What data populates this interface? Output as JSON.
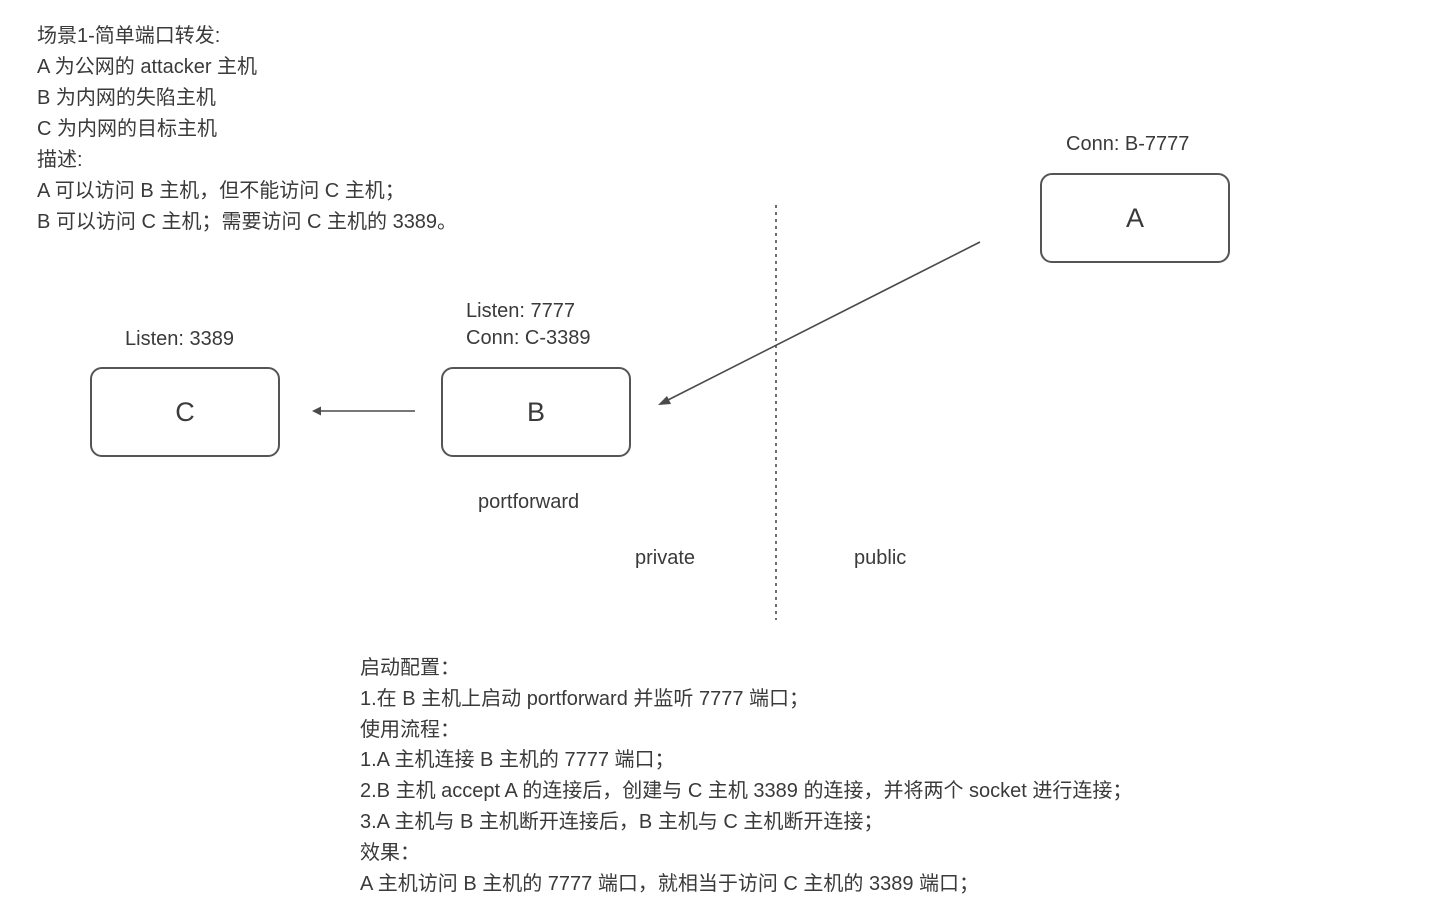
{
  "description": {
    "lines": [
      "场景1-简单端口转发:",
      "A 为公网的 attacker 主机",
      "B 为内网的失陷主机",
      "C 为内网的目标主机",
      "描述:",
      "A 可以访问 B 主机，但不能访问 C 主机；",
      "B 可以访问 C 主机；需要访问 C 主机的 3389。"
    ]
  },
  "nodes": {
    "a": {
      "name": "A",
      "label": "Conn: B-7777"
    },
    "b": {
      "name": "B",
      "label_listen": "Listen: 7777",
      "label_conn": "Conn: C-3389",
      "caption": "portforward"
    },
    "c": {
      "name": "C",
      "label": "Listen: 3389"
    }
  },
  "zones": {
    "private": "private",
    "public": "public"
  },
  "config": {
    "lines": [
      "启动配置：",
      "1.在 B 主机上启动 portforward 并监听 7777 端口；",
      "使用流程：",
      "1.A 主机连接 B 主机的 7777 端口；",
      "2.B 主机 accept A 的连接后，创建与 C 主机 3389 的连接，并将两个 socket 进行连接；",
      "3.A 主机与 B 主机断开连接后，B 主机与 C 主机断开连接；",
      "效果：",
      "A 主机访问 B 主机的 7777 端口，就相当于访问 C 主机的 3389 端口；"
    ]
  },
  "colors": {
    "text": "#3a3a3a",
    "border": "#555555",
    "line": "#4a4a4a"
  }
}
